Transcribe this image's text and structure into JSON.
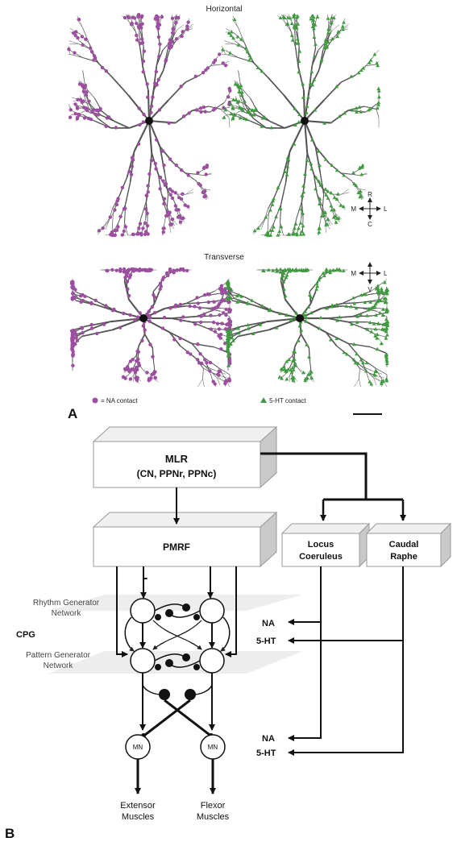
{
  "panel_a": {
    "title_horizontal": "Horizontal",
    "title_transverse": "Transverse",
    "compass_horizontal": {
      "top": "R",
      "bottom": "C",
      "left": "M",
      "right": "L"
    },
    "compass_transverse": {
      "top": "",
      "bottom": "V",
      "left": "M",
      "right": "L"
    },
    "legend_na": "= NA contact",
    "legend_5ht": "5-HT contact",
    "panel_label": "A",
    "colors": {
      "na": "#9b4f9e",
      "ht": "#3f9b3f",
      "dendrite": "#555555"
    }
  },
  "panel_b": {
    "mlr_title": "MLR",
    "mlr_sub": "(CN, PPNr, PPNc)",
    "pmrf": "PMRF",
    "locus_l1": "Locus",
    "locus_l2": "Coeruleus",
    "raphe_l1": "Caudal",
    "raphe_l2": "Raphe",
    "inhibit_sign": "-",
    "rhythm_l1": "Rhythm Generator",
    "rhythm_l2": "Network",
    "cpg": "CPG",
    "pattern_l1": "Pattern Generator",
    "pattern_l2": "Network",
    "na_1": "NA",
    "ht_1": "5-HT",
    "na_2": "NA",
    "ht_2": "5-HT",
    "mn_left": "MN",
    "mn_right": "MN",
    "extensor_l1": "Extensor",
    "extensor_l2": "Muscles",
    "flexor_l1": "Flexor",
    "flexor_l2": "Muscles",
    "panel_label": "B"
  }
}
